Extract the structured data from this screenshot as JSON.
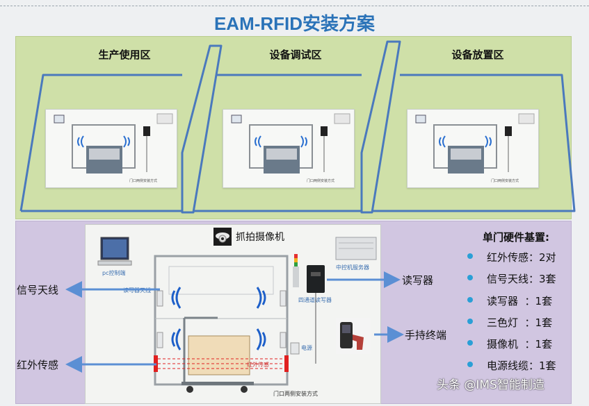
{
  "title": "EAM-RFID安装方案",
  "zones": [
    "生产使用区",
    "设备调试区",
    "设备放置区"
  ],
  "photo_caption": "门口两侧安装方式",
  "scene": {
    "camera_label": "抓拍摄像机",
    "pc_label": "pc控制端",
    "antenna_small": "读写器天线",
    "server_label": "中控机服务器",
    "reader_small": "四通道读写器",
    "power_label": "电源",
    "sensor_small": "红外传感",
    "caption": "门口两侧安装方式"
  },
  "side_labels": {
    "antenna": "信号天线",
    "infrared": "红外传感",
    "reader": "读写器",
    "handheld": "手持终端"
  },
  "hardware": {
    "title": "单门硬件基置:",
    "items": [
      "红外传感：2对",
      "信号天线：3套",
      "读写器  ：1套",
      "三色灯  ：1套",
      "摄像机  ：1套",
      "电源线缆：1套"
    ]
  },
  "watermark": "头条 @IMS智能制造",
  "colors": {
    "title": "#2b73b8",
    "frame": "#4a79bd",
    "arrow": "#5b8fd4",
    "bullet": "#2a9fd6",
    "sensor": "#e02020"
  }
}
